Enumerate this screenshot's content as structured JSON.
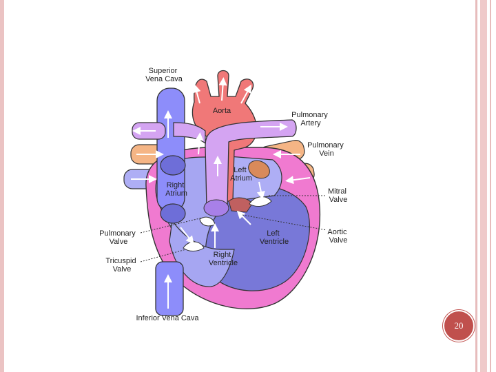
{
  "diagram": {
    "labels": {
      "superior_vena_cava": [
        "Superior",
        "Vena Cava"
      ],
      "aorta": "Aorta",
      "pulmonary_artery": [
        "Pulmonary",
        "Artery"
      ],
      "pulmonary_vein": [
        "Pulmonary",
        "Vein"
      ],
      "left_atrium": [
        "Left",
        "Atrium"
      ],
      "right_atrium": [
        "Right",
        "Atrium"
      ],
      "mitral_valve": [
        "Mitral",
        "Valve"
      ],
      "pulmonary_valve": [
        "Pulmonary",
        "Valve"
      ],
      "aortic_valve": [
        "Aortic",
        "Valve"
      ],
      "left_ventricle": [
        "Left",
        "Ventricle"
      ],
      "tricuspid_valve": [
        "Tricuspid",
        "Valve"
      ],
      "right_ventricle": [
        "Right",
        "Ventricle"
      ],
      "inferior_vena_cava": "Inferior Vena Cava"
    },
    "colors": {
      "vena_cava": "#8d8dfa",
      "aorta": "#f07878",
      "pulmonary_artery": "#d4a4f2",
      "pulmonary_vein": "#f5b585",
      "heart_wall": "#f07ad0",
      "left_ventricle": "#7878d8",
      "right_chamber": "#a6a6f2",
      "valve": "#c06060"
    }
  },
  "page_number": "20"
}
